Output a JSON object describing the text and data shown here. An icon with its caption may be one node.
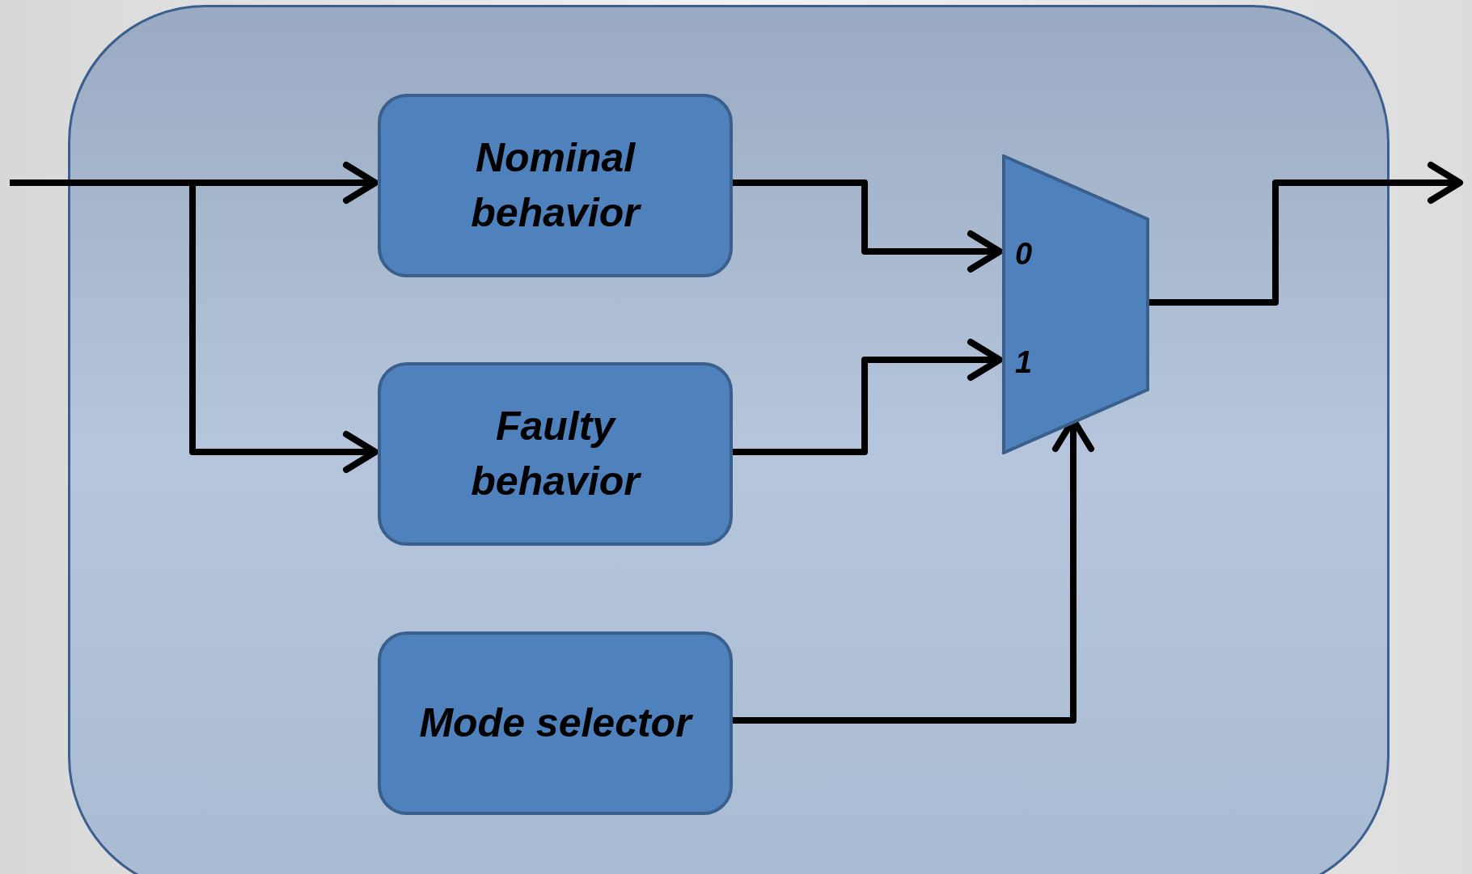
{
  "diagram": {
    "nodes": [
      {
        "text": [],
        "shape": "box"
      },
      {
        "text": [
          "Nominal behavior"
        ],
        "in": 0
      },
      {
        "text": [
          "Faulty behavior"
        ],
        "in": 0
      },
      {
        "text": [
          "Mode selector"
        ],
        "in": 0
      },
      {
        "text": [
          "0",
          "1"
        ],
        "in": 0
      }
    ],
    "edges": [
      {
        "from": null,
        "to": 1,
        "arrow": "to"
      },
      {
        "from": null,
        "to": 2,
        "arrow": "to"
      },
      {
        "from": 1,
        "to": 4,
        "arrow": "to"
      },
      {
        "from": 2,
        "to": 4,
        "arrow": "to"
      },
      {
        "from": 3,
        "to": 4,
        "arrow": "to"
      },
      {
        "from": 4,
        "to": null,
        "arrow": "to"
      }
    ]
  }
}
